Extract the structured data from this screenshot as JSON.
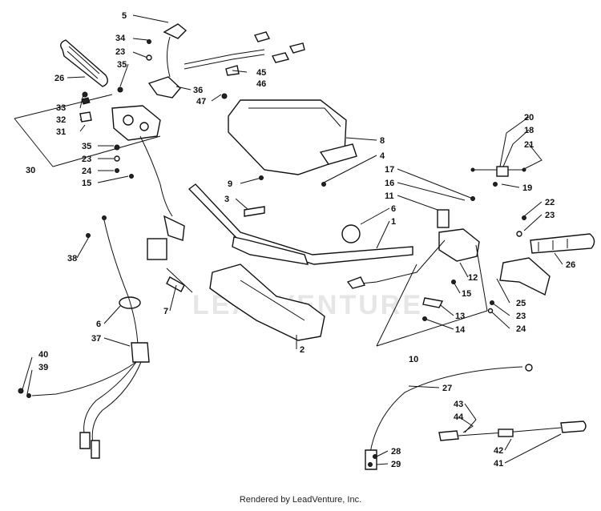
{
  "diagram": {
    "watermark": "LEADVENTURE",
    "caption": "Rendered by LeadVenture, Inc.",
    "callouts": [
      {
        "id": "5",
        "text": "5"
      },
      {
        "id": "34",
        "text": "34"
      },
      {
        "id": "23a",
        "text": "23"
      },
      {
        "id": "35a",
        "text": "35"
      },
      {
        "id": "26a",
        "text": "26"
      },
      {
        "id": "45",
        "text": "45"
      },
      {
        "id": "46",
        "text": "46"
      },
      {
        "id": "36",
        "text": "36"
      },
      {
        "id": "47",
        "text": "47"
      },
      {
        "id": "33",
        "text": "33"
      },
      {
        "id": "32",
        "text": "32"
      },
      {
        "id": "31",
        "text": "31"
      },
      {
        "id": "35b",
        "text": "35"
      },
      {
        "id": "23b",
        "text": "23"
      },
      {
        "id": "24a",
        "text": "24"
      },
      {
        "id": "15a",
        "text": "15"
      },
      {
        "id": "30",
        "text": "30"
      },
      {
        "id": "8",
        "text": "8"
      },
      {
        "id": "4",
        "text": "4"
      },
      {
        "id": "9",
        "text": "9"
      },
      {
        "id": "3",
        "text": "3"
      },
      {
        "id": "20",
        "text": "20"
      },
      {
        "id": "18",
        "text": "18"
      },
      {
        "id": "21",
        "text": "21"
      },
      {
        "id": "17",
        "text": "17"
      },
      {
        "id": "16",
        "text": "16"
      },
      {
        "id": "19",
        "text": "19"
      },
      {
        "id": "11",
        "text": "11"
      },
      {
        "id": "6a",
        "text": "6"
      },
      {
        "id": "1",
        "text": "1"
      },
      {
        "id": "22",
        "text": "22"
      },
      {
        "id": "23c",
        "text": "23"
      },
      {
        "id": "26b",
        "text": "26"
      },
      {
        "id": "38",
        "text": "38"
      },
      {
        "id": "7",
        "text": "7"
      },
      {
        "id": "12",
        "text": "12"
      },
      {
        "id": "15b",
        "text": "15"
      },
      {
        "id": "25",
        "text": "25"
      },
      {
        "id": "23d",
        "text": "23"
      },
      {
        "id": "24b",
        "text": "24"
      },
      {
        "id": "13",
        "text": "13"
      },
      {
        "id": "14",
        "text": "14"
      },
      {
        "id": "6b",
        "text": "6"
      },
      {
        "id": "37",
        "text": "37"
      },
      {
        "id": "2",
        "text": "2"
      },
      {
        "id": "10",
        "text": "10"
      },
      {
        "id": "40",
        "text": "40"
      },
      {
        "id": "39",
        "text": "39"
      },
      {
        "id": "27",
        "text": "27"
      },
      {
        "id": "43",
        "text": "43"
      },
      {
        "id": "44",
        "text": "44"
      },
      {
        "id": "42",
        "text": "42"
      },
      {
        "id": "41",
        "text": "41"
      },
      {
        "id": "28",
        "text": "28"
      },
      {
        "id": "29",
        "text": "29"
      }
    ]
  }
}
